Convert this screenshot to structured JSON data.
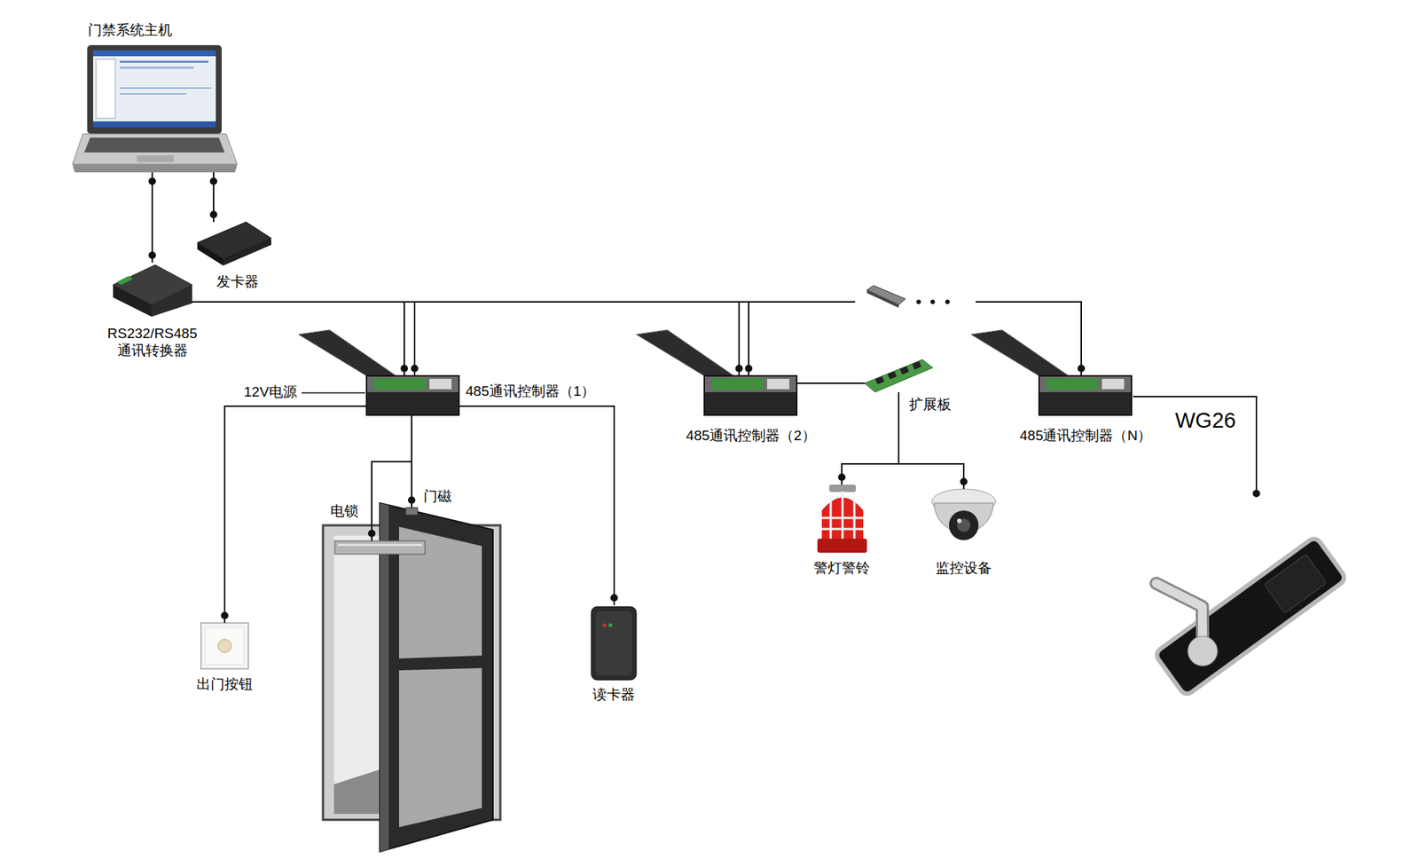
{
  "diagram": {
    "nodes": [
      {
        "text": [
          "门禁系统主机"
        ]
      },
      {
        "text": [
          "发卡器"
        ]
      },
      {
        "text": [
          "RS232/RS485 通讯转换器"
        ]
      },
      {
        "text": [
          "485通讯控制器（1）"
        ]
      },
      {
        "text": [
          "485通讯控制器（2）"
        ]
      },
      {
        "text": [
          "扩展板"
        ]
      },
      {
        "text": [
          "485通讯控制器（N）"
        ]
      },
      {
        "text": [
          "出门按钮"
        ]
      },
      {
        "text": [
          "电锁"
        ]
      },
      {
        "text": [
          "门磁"
        ]
      },
      {
        "text": [
          "读卡器"
        ]
      },
      {
        "text": [
          "警灯警铃"
        ]
      },
      {
        "text": [
          "监控设备"
        ]
      }
    ],
    "edges": [
      {
        "from": 0,
        "to": 1,
        "arrow": "none"
      },
      {
        "from": 0,
        "to": 2,
        "arrow": "none"
      },
      {
        "from": 2,
        "to": 3,
        "arrow": "none"
      },
      {
        "from": 2,
        "to": 4,
        "arrow": "none"
      },
      {
        "from": 2,
        "to": 6,
        "arrow": "none"
      },
      {
        "from": 3,
        "to": 7,
        "arrow": "none"
      },
      {
        "from": 3,
        "to": 8,
        "arrow": "none"
      },
      {
        "from": 3,
        "to": 9,
        "arrow": "none"
      },
      {
        "from": 3,
        "to": 10,
        "arrow": "none"
      },
      {
        "from": 4,
        "to": 5,
        "arrow": "none"
      },
      {
        "from": 5,
        "to": 11,
        "arrow": "none"
      },
      {
        "from": 5,
        "to": 12,
        "arrow": "none"
      }
    ],
    "labels": [
      "12V电源",
      "WG26"
    ]
  }
}
